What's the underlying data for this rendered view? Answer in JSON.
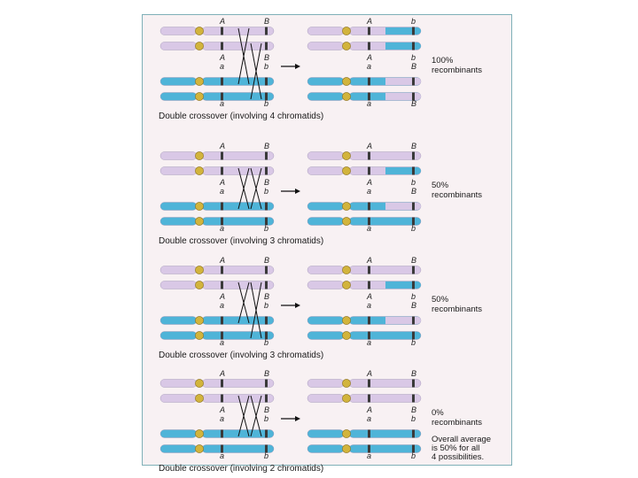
{
  "colors": {
    "lilac": "#d9c8e6",
    "blue": "#4fb4d8",
    "centromere": "#d2b43c",
    "band": "#3a3a3a",
    "frame": "#7fb0b8",
    "background": "#f8f1f3"
  },
  "arrow_icon": "right-arrow-icon",
  "panels": [
    {
      "caption": "Double crossover (involving 4 chromatids)",
      "result_label": "100%\nrecombinants",
      "left_chromatids": [
        {
          "color": "lilac",
          "alleles": [
            "A",
            "B"
          ]
        },
        {
          "color": "lilac",
          "alleles": [
            "A",
            "B"
          ]
        },
        {
          "color": "blue",
          "alleles": [
            "a",
            "b"
          ]
        },
        {
          "color": "blue",
          "alleles": [
            "a",
            "b"
          ]
        }
      ],
      "crossings": [
        [
          0,
          2
        ],
        [
          1,
          3
        ]
      ],
      "right_chromatids": [
        {
          "base": "lilac",
          "tail": "blue",
          "alleles": [
            "A",
            "b"
          ]
        },
        {
          "base": "lilac",
          "tail": "blue",
          "alleles": [
            "A",
            "b"
          ]
        },
        {
          "base": "blue",
          "tail": "lilac",
          "alleles": [
            "a",
            "B"
          ]
        },
        {
          "base": "blue",
          "tail": "lilac",
          "alleles": [
            "a",
            "B"
          ]
        }
      ]
    },
    {
      "caption": "Double crossover (involving 3 chromatids)",
      "result_label": "50%\nrecombinants",
      "left_chromatids": [
        {
          "color": "lilac",
          "alleles": [
            "A",
            "B"
          ]
        },
        {
          "color": "lilac",
          "alleles": [
            "A",
            "B"
          ]
        },
        {
          "color": "blue",
          "alleles": [
            "a",
            "b"
          ]
        },
        {
          "color": "blue",
          "alleles": [
            "a",
            "b"
          ]
        }
      ],
      "crossings": [
        [
          1,
          2
        ],
        [
          1,
          2
        ]
      ],
      "right_chromatids": [
        {
          "base": "lilac",
          "tail": "lilac",
          "alleles": [
            "A",
            "B"
          ]
        },
        {
          "base": "lilac",
          "tail": "blue",
          "alleles": [
            "A",
            "b"
          ]
        },
        {
          "base": "blue",
          "tail": "lilac",
          "alleles": [
            "a",
            "B"
          ]
        },
        {
          "base": "blue",
          "tail": "blue",
          "alleles": [
            "a",
            "b"
          ]
        }
      ]
    },
    {
      "caption": "Double crossover (involving 3 chromatids)",
      "result_label": "50%\nrecombinants",
      "left_chromatids": [
        {
          "color": "lilac",
          "alleles": [
            "A",
            "B"
          ]
        },
        {
          "color": "lilac",
          "alleles": [
            "A",
            "B"
          ]
        },
        {
          "color": "blue",
          "alleles": [
            "a",
            "b"
          ]
        },
        {
          "color": "blue",
          "alleles": [
            "a",
            "b"
          ]
        }
      ],
      "crossings": [
        [
          1,
          2
        ],
        [
          1,
          3
        ]
      ],
      "right_chromatids": [
        {
          "base": "lilac",
          "tail": "lilac",
          "alleles": [
            "A",
            "B"
          ]
        },
        {
          "base": "lilac",
          "tail": "blue",
          "alleles": [
            "A",
            "b"
          ]
        },
        {
          "base": "blue",
          "tail": "lilac",
          "alleles": [
            "a",
            "B"
          ]
        },
        {
          "base": "blue",
          "tail": "blue",
          "alleles": [
            "a",
            "b"
          ]
        }
      ]
    },
    {
      "caption": "Double crossover (involving 2 chromatids)",
      "result_label": "0%\nrecombinants",
      "left_chromatids": [
        {
          "color": "lilac",
          "alleles": [
            "A",
            "B"
          ]
        },
        {
          "color": "lilac",
          "alleles": [
            "A",
            "B"
          ]
        },
        {
          "color": "blue",
          "alleles": [
            "a",
            "b"
          ]
        },
        {
          "color": "blue",
          "alleles": [
            "a",
            "b"
          ]
        }
      ],
      "crossings": [
        [
          1,
          2
        ],
        [
          1,
          2
        ]
      ],
      "right_chromatids": [
        {
          "base": "lilac",
          "tail": "lilac",
          "alleles": [
            "A",
            "B"
          ]
        },
        {
          "base": "lilac",
          "tail": "lilac",
          "alleles": [
            "A",
            "B"
          ]
        },
        {
          "base": "blue",
          "tail": "blue",
          "alleles": [
            "a",
            "b"
          ]
        },
        {
          "base": "blue",
          "tail": "blue",
          "alleles": [
            "a",
            "b"
          ]
        }
      ]
    }
  ],
  "overall_note": "Overall average\nis 50% for all\n4 possibilities."
}
